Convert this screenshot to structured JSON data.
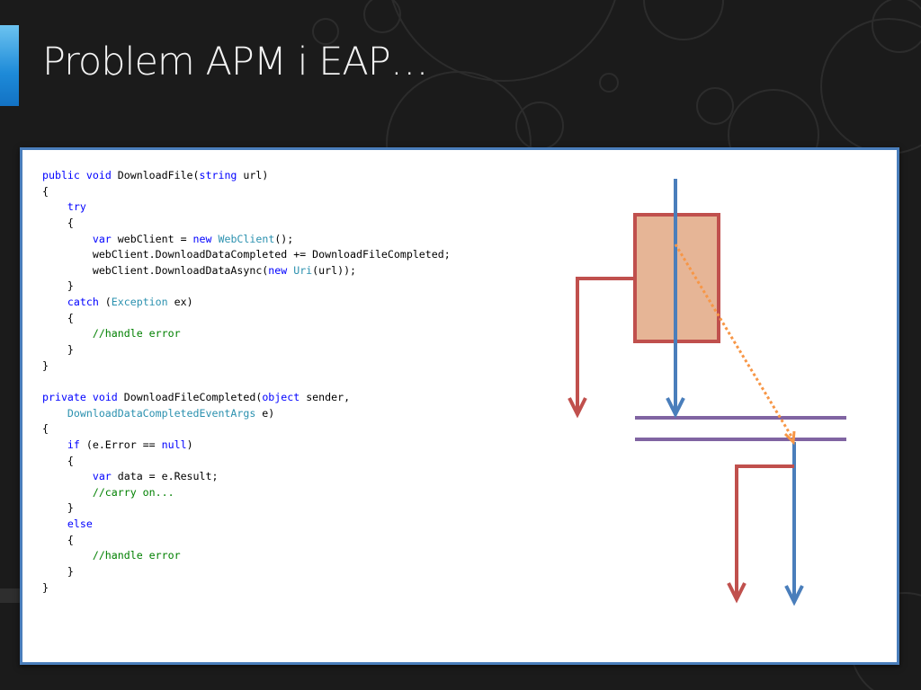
{
  "slide": {
    "title": "Problem APM i EAP…"
  },
  "code": {
    "lines": [
      [
        [
          "kw",
          "public"
        ],
        [
          "t",
          " "
        ],
        [
          "kw",
          "void"
        ],
        [
          "t",
          " DownloadFile("
        ],
        [
          "kw",
          "string"
        ],
        [
          "t",
          " url)"
        ]
      ],
      [
        [
          "t",
          "{"
        ]
      ],
      [
        [
          "t",
          "    "
        ],
        [
          "kw",
          "try"
        ]
      ],
      [
        [
          "t",
          "    {"
        ]
      ],
      [
        [
          "t",
          "        "
        ],
        [
          "kw",
          "var"
        ],
        [
          "t",
          " webClient = "
        ],
        [
          "kw",
          "new"
        ],
        [
          "t",
          " "
        ],
        [
          "ty",
          "WebClient"
        ],
        [
          "t",
          "();"
        ]
      ],
      [
        [
          "t",
          "        webClient.DownloadDataCompleted += DownloadFileCompleted;"
        ]
      ],
      [
        [
          "t",
          "        webClient.DownloadDataAsync("
        ],
        [
          "kw",
          "new"
        ],
        [
          "t",
          " "
        ],
        [
          "ty",
          "Uri"
        ],
        [
          "t",
          "(url));"
        ]
      ],
      [
        [
          "t",
          "    }"
        ]
      ],
      [
        [
          "t",
          "    "
        ],
        [
          "kw",
          "catch"
        ],
        [
          "t",
          " ("
        ],
        [
          "ty",
          "Exception"
        ],
        [
          "t",
          " ex)"
        ]
      ],
      [
        [
          "t",
          "    {"
        ]
      ],
      [
        [
          "t",
          "        "
        ],
        [
          "cm",
          "//handle error"
        ]
      ],
      [
        [
          "t",
          "    }"
        ]
      ],
      [
        [
          "t",
          "}"
        ]
      ],
      [
        [
          "t",
          ""
        ]
      ],
      [
        [
          "kw",
          "private"
        ],
        [
          "t",
          " "
        ],
        [
          "kw",
          "void"
        ],
        [
          "t",
          " DownloadFileCompleted("
        ],
        [
          "kw",
          "object"
        ],
        [
          "t",
          " sender,"
        ]
      ],
      [
        [
          "t",
          "    "
        ],
        [
          "ty",
          "DownloadDataCompletedEventArgs"
        ],
        [
          "t",
          " e)"
        ]
      ],
      [
        [
          "t",
          "{"
        ]
      ],
      [
        [
          "t",
          "    "
        ],
        [
          "kw",
          "if"
        ],
        [
          "t",
          " (e.Error == "
        ],
        [
          "kw",
          "null"
        ],
        [
          "t",
          ")"
        ]
      ],
      [
        [
          "t",
          "    {"
        ]
      ],
      [
        [
          "t",
          "        "
        ],
        [
          "kw",
          "var"
        ],
        [
          "t",
          " data = e.Result;"
        ]
      ],
      [
        [
          "t",
          "        "
        ],
        [
          "cm",
          "//carry on..."
        ]
      ],
      [
        [
          "t",
          "    }"
        ]
      ],
      [
        [
          "t",
          "    "
        ],
        [
          "kw",
          "else"
        ]
      ],
      [
        [
          "t",
          "    {"
        ]
      ],
      [
        [
          "t",
          "        "
        ],
        [
          "cm",
          "//handle error"
        ]
      ],
      [
        [
          "t",
          "    }"
        ]
      ],
      [
        [
          "t",
          "}"
        ]
      ]
    ]
  },
  "colors": {
    "keyword": "#0000ff",
    "type": "#2b91af",
    "comment": "#008000",
    "panel_border": "#4a7ebb",
    "flow_blue": "#4a7ebb",
    "flow_red": "#c0504d",
    "box_fill": "#e6b596",
    "sync_bar": "#8064a2",
    "dotted_orange": "#f79646"
  }
}
